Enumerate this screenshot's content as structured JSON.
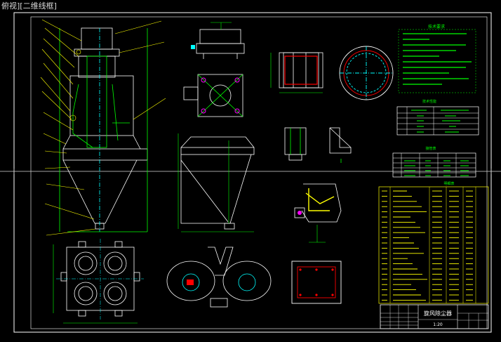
{
  "viewport": {
    "label": "俯视][二维线框]"
  },
  "colors": {
    "background": "#000000",
    "frame": "#ffffff",
    "outline": "#ffffff",
    "hidden": "#00ff00",
    "leader": "#ffff00",
    "hatch": "#ff0000",
    "center": "#00ffff",
    "marker": "#ff00ff",
    "crosshair": "#d8d8d8"
  },
  "notes_box": {
    "title": "技术要求"
  },
  "spec_table": {
    "title": "技术性能"
  },
  "small_table": {
    "title": "接管表"
  },
  "parts_list": {
    "title": "明细表"
  },
  "title_block": {
    "name": "旋风除尘器",
    "scale": "1:20"
  },
  "icons": {
    "cursor": "crosshair-cursor-icon"
  }
}
